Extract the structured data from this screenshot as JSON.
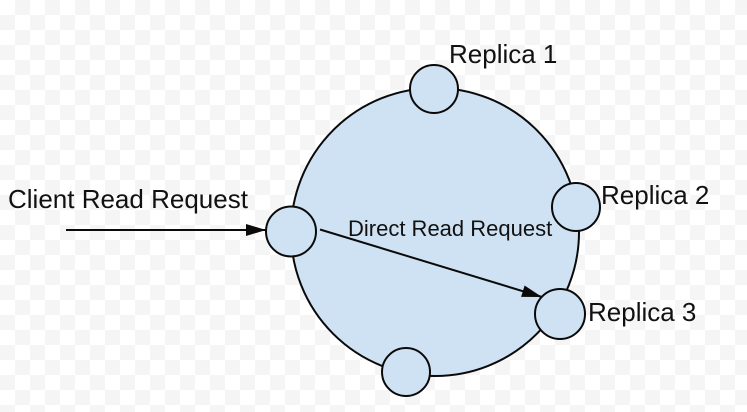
{
  "diagram": {
    "type": "ring-replication-topology",
    "labels": {
      "client_request": "Client Read Request",
      "direct_request": "Direct Read Request",
      "replica_1": "Replica 1",
      "replica_2": "Replica 2",
      "replica_3": "Replica 3"
    },
    "nodes": [
      {
        "id": "node-top",
        "label": "Replica 1"
      },
      {
        "id": "node-right",
        "label": "Replica 2"
      },
      {
        "id": "node-lower-right",
        "label": "Replica 3"
      },
      {
        "id": "node-left-coordinator",
        "label": ""
      },
      {
        "id": "node-bottom",
        "label": ""
      }
    ],
    "arrows": [
      {
        "id": "client-read-arrow",
        "label": "Client Read Request"
      },
      {
        "id": "direct-read-arrow",
        "label": "Direct Read Request"
      }
    ],
    "colors": {
      "node_fill": "#cfe2f3",
      "stroke": "#0a0a0a",
      "text": "#111111",
      "checker_light": "#ffffff",
      "checker_dark": "#f5f5f5"
    }
  }
}
